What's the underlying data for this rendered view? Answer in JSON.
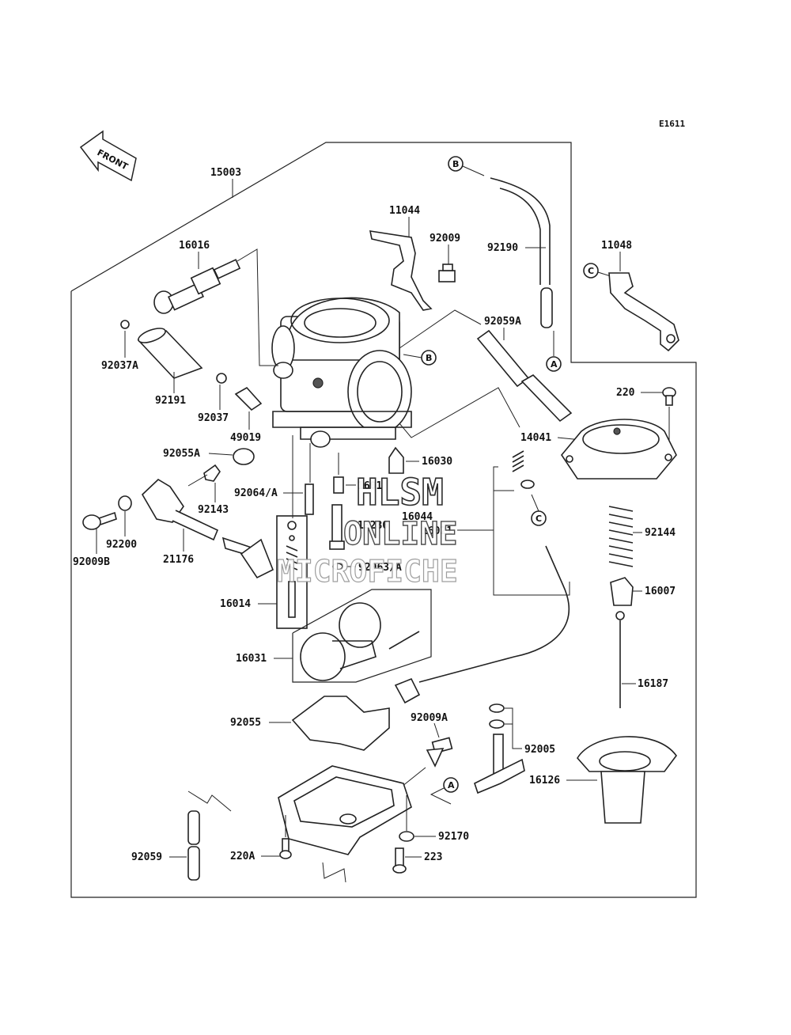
{
  "diagram_code": "E1611",
  "front_arrow_text": "FRONT",
  "watermark": {
    "line1": "HLSM",
    "line2": "ONLINE",
    "line3": "MICROFICHE"
  },
  "callout_letters": {
    "a": "A",
    "b": "B",
    "c": "C"
  },
  "labels": {
    "p15003": "15003",
    "p11044": "11044",
    "p92009": "92009",
    "p92190": "92190",
    "p11048": "11048",
    "p16016": "16016",
    "p92037A": "92037A",
    "p92191": "92191",
    "p92037": "92037",
    "p49019": "49019",
    "p92059A": "92059A",
    "p220": "220",
    "p14041": "14041",
    "p92055A": "92055A",
    "p16030": "16030",
    "p92064A": "92064/A",
    "p1601": "1601",
    "p92143": "92143",
    "p16044": "16044",
    "p13280": "13280",
    "p16021": "16021",
    "p92200": "92200",
    "p92009B": "92009B",
    "p21176": "21176",
    "p92063A": "92063/A",
    "p92144": "92144",
    "p16007": "16007",
    "p16014": "16014",
    "p16187": "16187",
    "p16031": "16031",
    "p92055": "92055",
    "p92009A": "92009A",
    "p92005": "92005",
    "p16126": "16126",
    "p92170": "92170",
    "p220A": "220A",
    "p223": "223",
    "p92059": "92059"
  }
}
